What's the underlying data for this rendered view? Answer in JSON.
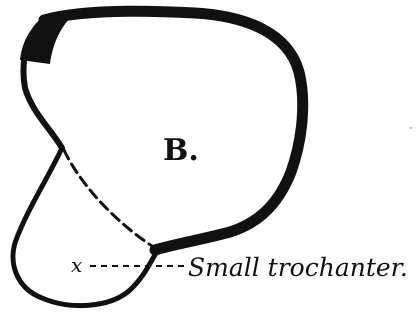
{
  "diagram": {
    "labels": {
      "region": "B.",
      "marker": "x",
      "callout": "Small trochanter."
    },
    "colors": {
      "ink": "#111111",
      "background": "#ffffff"
    }
  }
}
